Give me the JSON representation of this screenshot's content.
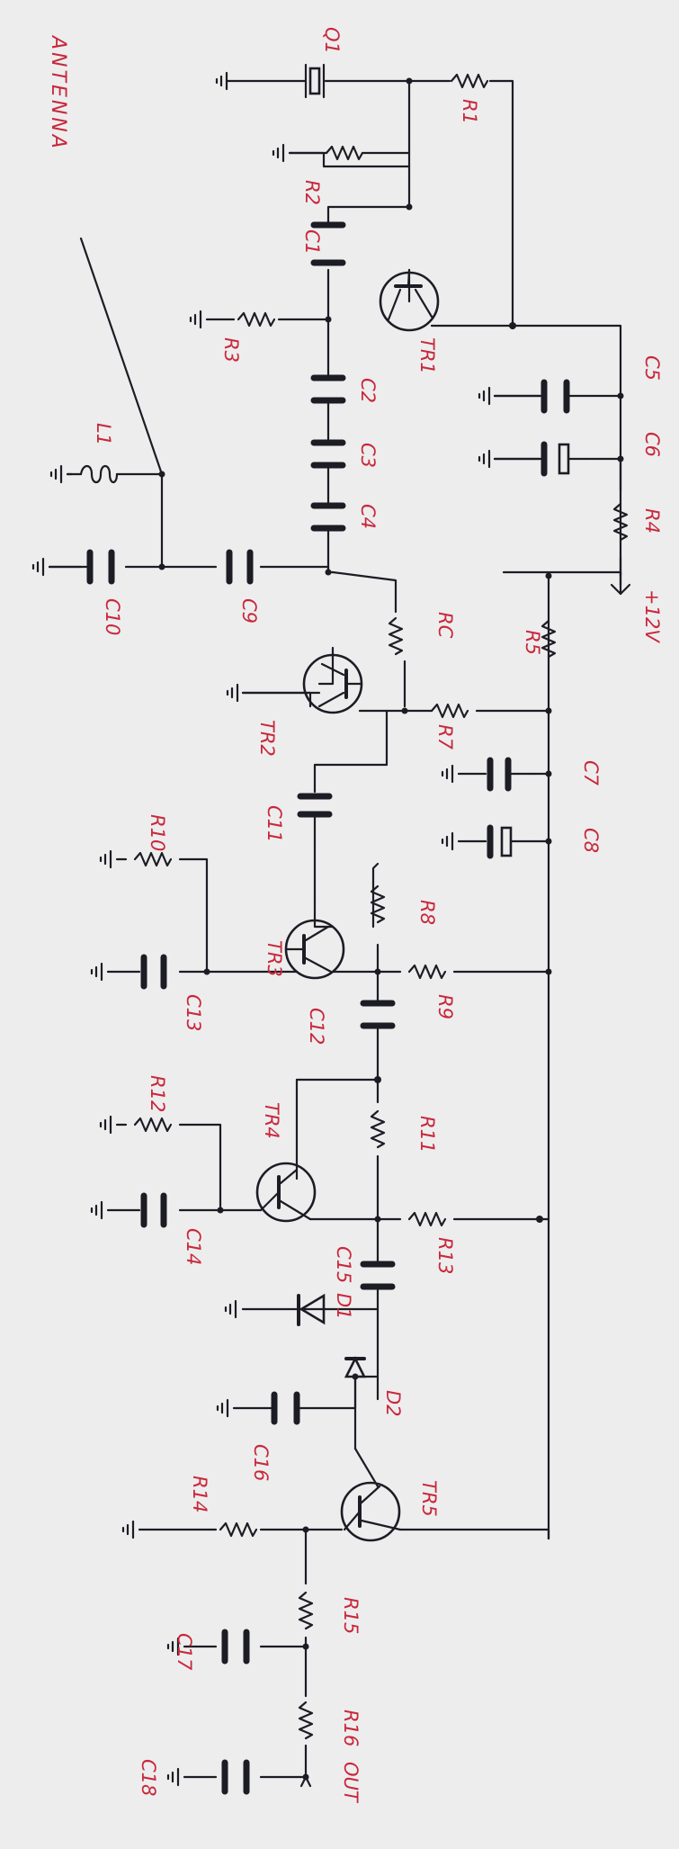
{
  "schematic": {
    "labels": {
      "antenna": "ANTENNA",
      "q1": "Q1",
      "r1": "R1",
      "r2": "R2",
      "r3": "R3",
      "r4": "R4",
      "r5": "R5",
      "rc": "RC",
      "r7": "R7",
      "r8": "R8",
      "r9": "R9",
      "r10": "R10",
      "r11": "R11",
      "r12": "R12",
      "r13": "R13",
      "r14": "R14",
      "r15": "R15",
      "r16": "R16",
      "c1": "C1",
      "c2": "C2",
      "c3": "C3",
      "c4": "C4",
      "c5": "C5",
      "c6": "C6",
      "c7": "C7",
      "c8": "C8",
      "c9": "C9",
      "c10": "C10",
      "c11": "C11",
      "c12": "C12",
      "c13": "C13",
      "c14": "C14",
      "c15": "C15",
      "c16": "C16",
      "c17": "C17",
      "c18": "C18",
      "l1": "L1",
      "tr1": "TR1",
      "tr2": "TR2",
      "tr3": "TR3",
      "tr4": "TR4",
      "tr5": "TR5",
      "d1": "D1",
      "d2": "D2",
      "supply": "+12V",
      "out": "OUT"
    },
    "colors": {
      "ink": "#1c1c24",
      "label": "#c8283a",
      "paper": "#ededee"
    }
  }
}
